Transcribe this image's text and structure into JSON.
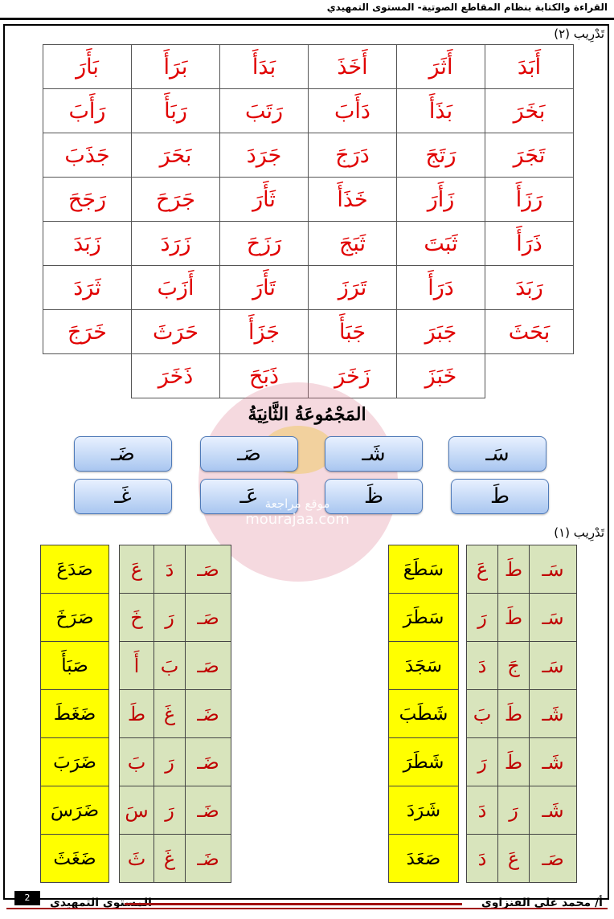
{
  "header": {
    "title": "القراءة والكتابة بنظام المقاطع الصوتية- المستوى التمهيدي"
  },
  "exercise2": {
    "label": "تَدْرِيب (٢)",
    "rows": [
      [
        "أَبَدَ",
        "أَثَرَ",
        "أَخَذَ",
        "بَدَأَ",
        "بَرَأَ",
        "بَأَرَ"
      ],
      [
        "بَخَرَ",
        "بَذَأَ",
        "دَأَبَ",
        "رَتَبَ",
        "رَبَأَ",
        "رَأَبَ"
      ],
      [
        "تَجَرَ",
        "رَتَجَ",
        "دَرَجَ",
        "جَرَدَ",
        "بَحَرَ",
        "جَذَبَ"
      ],
      [
        "رَزَأَ",
        "زَأَرَ",
        "خَذَأَ",
        "ثَأَرَ",
        "جَرَحَ",
        "رَجَحَ"
      ],
      [
        "ذَرَأَ",
        "ثَبَتَ",
        "ثَبَجَ",
        "رَزَحَ",
        "زَرَدَ",
        "زَبَدَ"
      ],
      [
        "رَبَدَ",
        "دَرَأَ",
        "تَرَزَ",
        "تَأَرَ",
        "أَزَبَ",
        "ثَرَدَ"
      ],
      [
        "بَحَثَ",
        "جَبَرَ",
        "جَبَأَ",
        "جَزَأَ",
        "حَرَثَ",
        "خَرَجَ"
      ],
      [
        "",
        "خَبَزَ",
        "زَخَرَ",
        "ذَبَحَ",
        "ذَخَرَ",
        ""
      ]
    ]
  },
  "group2": {
    "title": "المَجْمُوعَةُ الثَّانِيَةُ",
    "letters": [
      "سَـ",
      "شَـ",
      "صَـ",
      "ضَـ",
      "طَ",
      "ظَ",
      "عَـ",
      "غَـ"
    ]
  },
  "watermark": {
    "arabic": "موقع مراجعة",
    "latin": "mourajaa.com"
  },
  "exercise1": {
    "label": "تَدْرِيب (١)",
    "right_syllables": [
      [
        "سَـ",
        "طَ",
        "عَ"
      ],
      [
        "سَـ",
        "طَ",
        "رَ"
      ],
      [
        "سَـ",
        "جَ",
        "دَ"
      ],
      [
        "شَـ",
        "طَ",
        "بَ"
      ],
      [
        "شَـ",
        "طَ",
        "رَ"
      ],
      [
        "شَـ",
        "رَ",
        "دَ"
      ],
      [
        "صَـ",
        "عَ",
        "دَ"
      ]
    ],
    "right_words": [
      "سَطَعَ",
      "سَطَرَ",
      "سَجَدَ",
      "شَطَبَ",
      "شَطَرَ",
      "شَرَدَ",
      "صَعَدَ"
    ],
    "left_syllables": [
      [
        "صَـ",
        "دَ",
        "عَ"
      ],
      [
        "صَـ",
        "رَ",
        "خَ"
      ],
      [
        "صَـ",
        "بَ",
        "أَ"
      ],
      [
        "ضَـ",
        "غَ",
        "طَ"
      ],
      [
        "ضَـ",
        "رَ",
        "بَ"
      ],
      [
        "ضَـ",
        "رَ",
        "سَ"
      ],
      [
        "ضَـ",
        "غَ",
        "ثَ"
      ]
    ],
    "left_words": [
      "صَدَعَ",
      "صَرَخَ",
      "صَبَأَ",
      "ضَغَطَ",
      "ضَرَبَ",
      "ضَرَسَ",
      "ضَغَثَ"
    ]
  },
  "footer": {
    "author": "أ/ محمد علي القنزاوي",
    "level": "المستوى التمهيدي",
    "page": "2"
  }
}
